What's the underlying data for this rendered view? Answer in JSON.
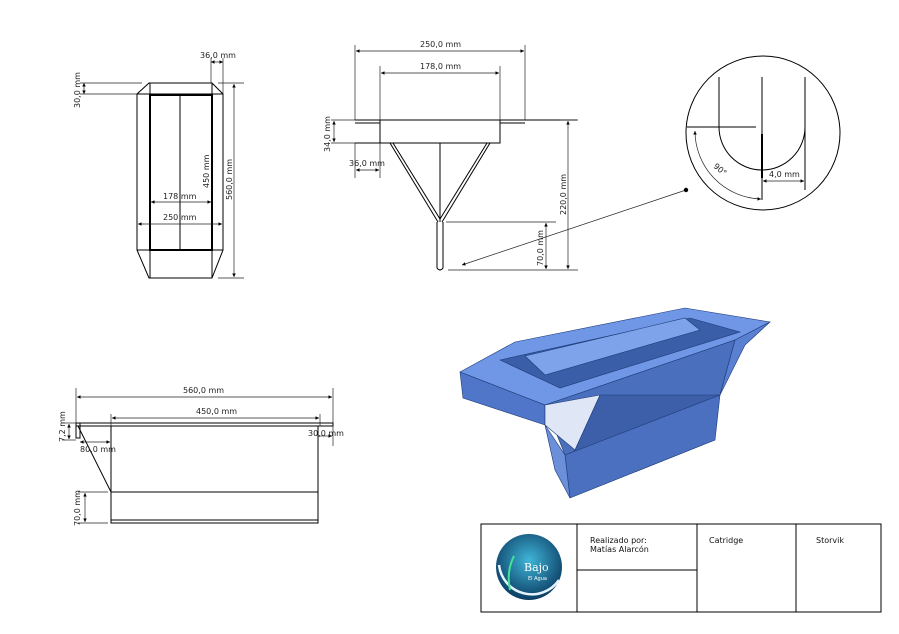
{
  "top_view": {
    "dims": {
      "d36": "36,0 mm",
      "d30": "30,0 mm",
      "d560": "560,0 mm",
      "d450": "450 mm",
      "d178": "178 mm",
      "d250": "250 mm"
    }
  },
  "front_view": {
    "dims": {
      "d250": "250,0 mm",
      "d178": "178,0 mm",
      "d34": "34,0 mm",
      "d36": "36,0 mm",
      "d220": "220,0 mm",
      "d70": "70,0 mm"
    }
  },
  "detail_view": {
    "dims": {
      "angle": "90°",
      "d4": "4,0 mm"
    }
  },
  "side_view": {
    "dims": {
      "d560": "560,0 mm",
      "d450": "450,0 mm",
      "d7_2": "7,2 mm",
      "d80": "80,0 mm",
      "d30": "30,0 mm",
      "d70": "70,0 mm"
    }
  },
  "render": {
    "color": "#5b82d6"
  },
  "title_block": {
    "logo_text": "Bajo El Agua",
    "made_by_label": "Realizado por:",
    "author": "Matías Alarcón",
    "part_name": "Catridge",
    "project": "Storvik"
  }
}
